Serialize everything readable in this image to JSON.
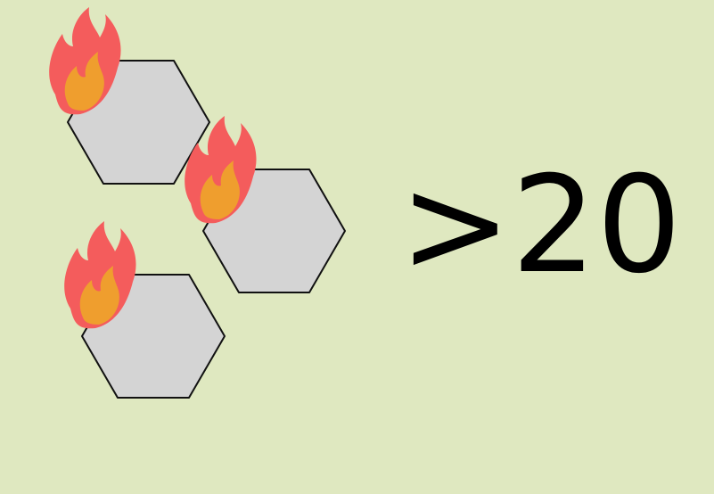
{
  "colors": {
    "background": "#dfe8c0",
    "hex_fill": "#d4d4d4",
    "hex_stroke": "#111111",
    "flame_outer": "#f45c5c",
    "flame_inner": "#ef9e2e",
    "text": "#000000"
  },
  "icons": [
    "hexagon-tile",
    "fire-icon"
  ],
  "tiles_shown": 3,
  "count_text": ">20"
}
